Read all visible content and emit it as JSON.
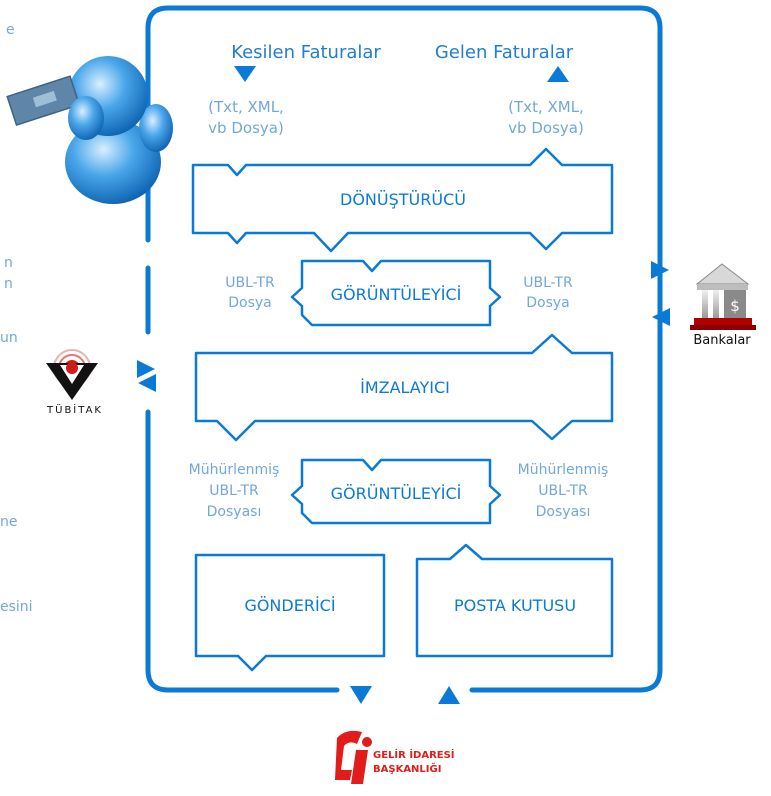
{
  "colors": {
    "blue": "#0a7ad6",
    "light_blue": "#72a8d8",
    "header_blue": "#1f7fd2",
    "red": "#cc1a1a",
    "white": "#ffffff"
  },
  "header": {
    "sent": "Kesilen Faturalar",
    "received": "Gelen Faturalar"
  },
  "file_note_left": [
    "(Txt, XML,",
    "vb Dosya)"
  ],
  "file_note_right": [
    "(Txt, XML,",
    "vb Dosya)"
  ],
  "boxes": {
    "converter": "DÖNÜŞTÜRÜCÜ",
    "viewer_1": "GÖRÜNTÜLEYİCİ",
    "signer": "İMZALAYICI",
    "viewer_2": "GÖRÜNTÜLEYİCİ",
    "sender": "GÖNDERİCİ",
    "mailbox": "POSTA KUTUSU"
  },
  "ubl_left": [
    "UBL-TR",
    "Dosya"
  ],
  "ubl_right": [
    "UBL-TR",
    "Dosya"
  ],
  "sealed_left": [
    "Mühürlenmiş",
    "UBL-TR",
    "Dosyası"
  ],
  "sealed_right": [
    "Mühürlenmiş",
    "UBL-TR",
    "Dosyası"
  ],
  "side_fragments": [
    "e",
    "n",
    "n",
    "un",
    "ne",
    "esini"
  ],
  "bank_label": "Bankalar",
  "bank_symbol": "$",
  "tubitak_label": "TÜBİTAK",
  "gib_line1": "GELİR İDARESİ",
  "gib_line2": "BAŞKANLIĞI",
  "icons": [
    "user-avatar-icon",
    "bank-icon",
    "tubitak-logo",
    "gib-logo"
  ]
}
